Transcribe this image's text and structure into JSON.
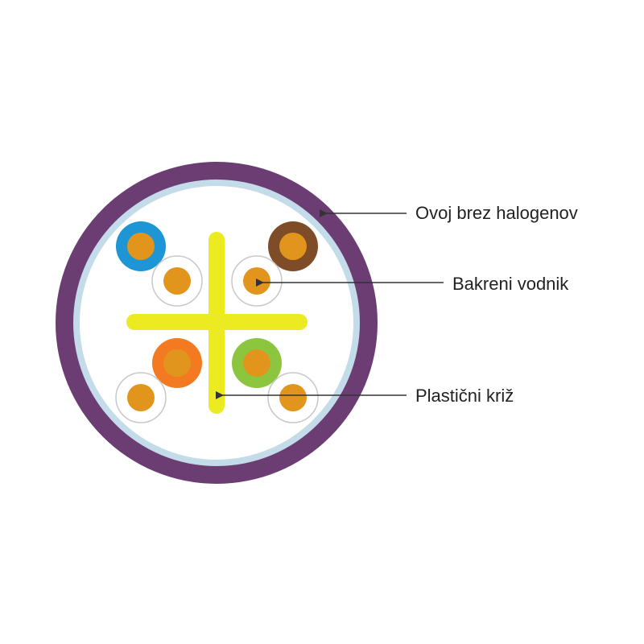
{
  "labels": {
    "jacket": "Ovoj brez halogenov",
    "conductor": "Bakreni vodnik",
    "cross": "Plastični križ"
  },
  "colors": {
    "jacket": "#6b3d72",
    "inner_sheath": "#c4dbea",
    "core_fill": "#ffffff",
    "cross": "#ecea20",
    "copper": "#e2951c",
    "pair_blue": "#1e96d6",
    "pair_brown": "#7e4d28",
    "pair_orange": "#f47a22",
    "pair_green": "#8cc63f",
    "white_insulation_outline": "#c8c8c8",
    "arrow": "#333333",
    "text": "#222222"
  },
  "conductors": [
    {
      "name": "blue-conductor",
      "insulation": "blue"
    },
    {
      "name": "blue-white-conductor",
      "insulation": "white"
    },
    {
      "name": "brown-conductor",
      "insulation": "brown"
    },
    {
      "name": "brown-white-conductor",
      "insulation": "white"
    },
    {
      "name": "orange-conductor",
      "insulation": "orange"
    },
    {
      "name": "orange-white-conductor",
      "insulation": "white"
    },
    {
      "name": "green-conductor",
      "insulation": "green"
    },
    {
      "name": "green-white-conductor",
      "insulation": "white"
    }
  ]
}
